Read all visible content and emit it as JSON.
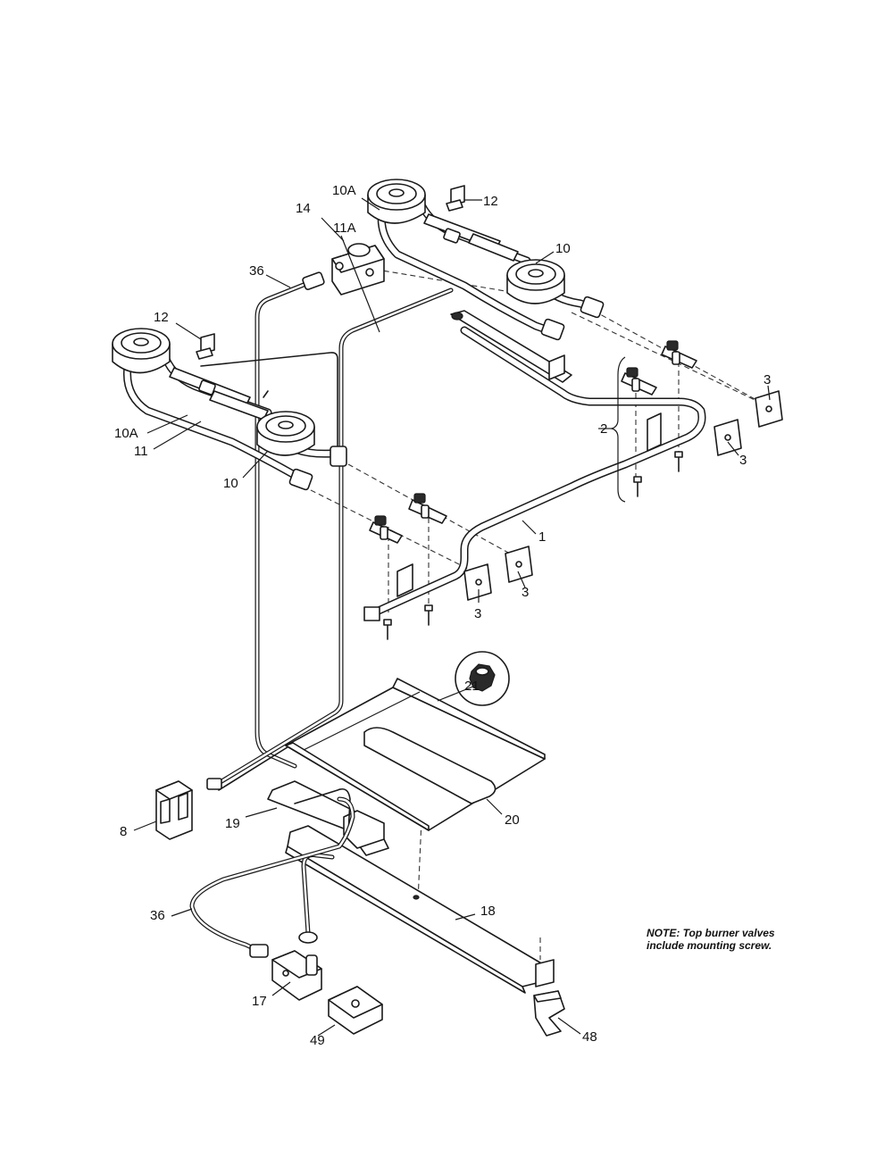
{
  "callouts": [
    {
      "id": "1",
      "text": "1"
    },
    {
      "id": "2",
      "text": "2"
    },
    {
      "id": "3a",
      "text": "3"
    },
    {
      "id": "3b",
      "text": "3"
    },
    {
      "id": "3c",
      "text": "3"
    },
    {
      "id": "3d",
      "text": "3"
    },
    {
      "id": "8",
      "text": "8"
    },
    {
      "id": "10a",
      "text": "10"
    },
    {
      "id": "10b",
      "text": "10"
    },
    {
      "id": "10Aa",
      "text": "10A"
    },
    {
      "id": "10Ab",
      "text": "10A"
    },
    {
      "id": "11",
      "text": "11"
    },
    {
      "id": "11A",
      "text": "11A"
    },
    {
      "id": "12a",
      "text": "12"
    },
    {
      "id": "12b",
      "text": "12"
    },
    {
      "id": "14",
      "text": "14"
    },
    {
      "id": "17",
      "text": "17"
    },
    {
      "id": "18",
      "text": "18"
    },
    {
      "id": "19",
      "text": "19"
    },
    {
      "id": "20",
      "text": "20"
    },
    {
      "id": "21",
      "text": "21"
    },
    {
      "id": "36a",
      "text": "36"
    },
    {
      "id": "36b",
      "text": "36"
    },
    {
      "id": "48",
      "text": "48"
    },
    {
      "id": "49",
      "text": "49"
    }
  ],
  "note": {
    "line1": "NOTE: Top burner valves",
    "line2": "include mounting screw."
  }
}
